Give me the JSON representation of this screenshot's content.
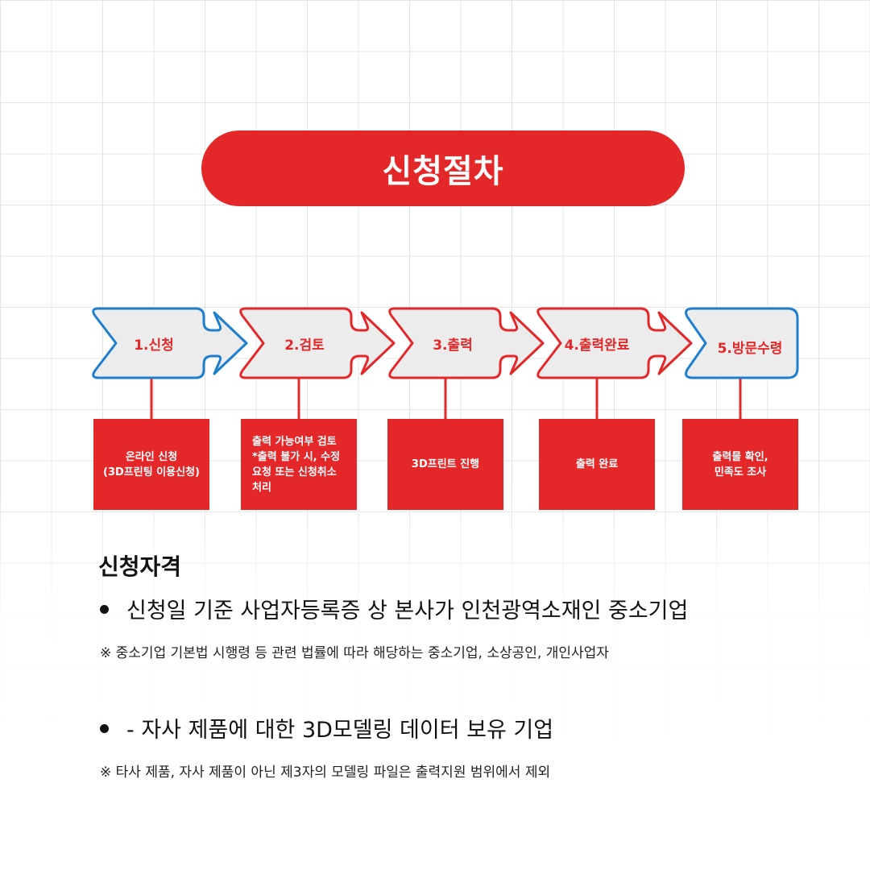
{
  "title": "신청절차",
  "steps": [
    {
      "label": "1.신청",
      "desc": "온라인 신청\n(3D프린팅 이용신청)"
    },
    {
      "label": "2.검토",
      "desc": "출력 가능여부 검토\n*출력 불가 시, 수정\n요청 또는 신청취소\n처리"
    },
    {
      "label": "3.출력",
      "desc": "3D프린트 진행"
    },
    {
      "label": "4.출력완료",
      "desc": "출력 완료"
    },
    {
      "label": "5.방문수령",
      "desc": "출력물 확인,\n민족도 조사"
    }
  ],
  "eligibility": {
    "heading": "신청자격",
    "items": [
      {
        "text": "신청일 기준 사업자등록증 상 본사가 인천광역소재인 중소기업",
        "note": "※ 중소기업 기본법 시행령 등 관련 법률에 따라 해당하는 중소기업, 소상공인, 개인사업자"
      },
      {
        "text": "- 자사 제품에 대한 3D모델링 데이터 보유 기업",
        "note": "※ 타사 제품, 자사 제품이 아닌 제3자의 모델링 파일은 출력지원 범위에서 제외"
      }
    ]
  },
  "colors": {
    "accent": "#e4282a",
    "blue": "#1f7fcf",
    "shape_fill": "#ececec"
  }
}
